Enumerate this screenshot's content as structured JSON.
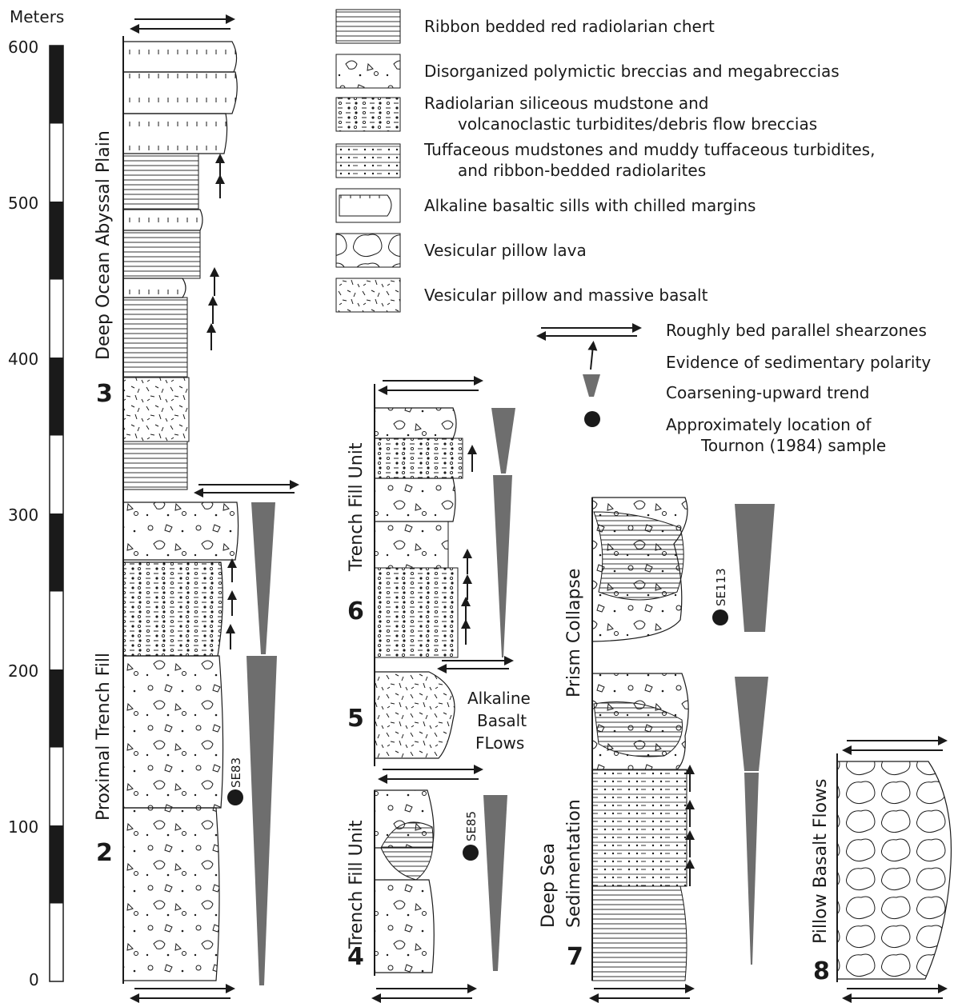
{
  "scale": {
    "unit_label": "Meters",
    "ticks": [
      "600",
      "500",
      "400",
      "300",
      "200",
      "100",
      "0"
    ]
  },
  "legend": {
    "lithologies": [
      {
        "key": "chert",
        "label": "Ribbon bedded red radiolarian chert"
      },
      {
        "key": "breccia",
        "label": "Disorganized polymictic breccias and megabreccias"
      },
      {
        "key": "siliceous_line1",
        "label": "Radiolarian siliceous mudstone and"
      },
      {
        "key": "siliceous_line2",
        "label": "volcanoclastic turbidites/debris flow breccias"
      },
      {
        "key": "tuff_line1",
        "label": "Tuffaceous mudstones and muddy tuffaceous turbidites,"
      },
      {
        "key": "tuff_line2",
        "label": "and ribbon-bedded radiolarites"
      },
      {
        "key": "sills",
        "label": "Alkaline basaltic sills with chilled margins"
      },
      {
        "key": "pillow",
        "label": "Vesicular pillow lava"
      },
      {
        "key": "massive",
        "label": "Vesicular pillow and massive basalt"
      }
    ],
    "symbols": [
      {
        "key": "shear",
        "label": "Roughly bed parallel shearzones"
      },
      {
        "key": "polarity",
        "label": "Evidence of sedimentary polarity"
      },
      {
        "key": "coarsening",
        "label": "Coarsening-upward trend"
      },
      {
        "key": "sample_line1",
        "label": "Approximately location of"
      },
      {
        "key": "sample_line2",
        "label": "Tournon (1984) sample"
      }
    ]
  },
  "columns": [
    {
      "number": "3",
      "name": "Deep Ocean Abyssal Plain"
    },
    {
      "number": "2",
      "name": "Proximal Trench Fill",
      "sample": "SE83"
    },
    {
      "number": "6",
      "name": "Trench Fill Unit"
    },
    {
      "number": "5",
      "name_lines": [
        "Alkaline",
        "Basalt",
        "FLows"
      ]
    },
    {
      "number": "4",
      "name": "Trench Fill Unit",
      "sample": "SE85"
    },
    {
      "number": "7",
      "name_top": "Prism Collapse",
      "name_bottom_lines": [
        "Deep Sea",
        "Sedimentation"
      ],
      "sample": "SE113"
    },
    {
      "number": "8",
      "name": "Pillow Basalt Flows"
    }
  ],
  "colors": {
    "ink": "#1a1a1a",
    "trend_fill": "#6e6e6e"
  }
}
